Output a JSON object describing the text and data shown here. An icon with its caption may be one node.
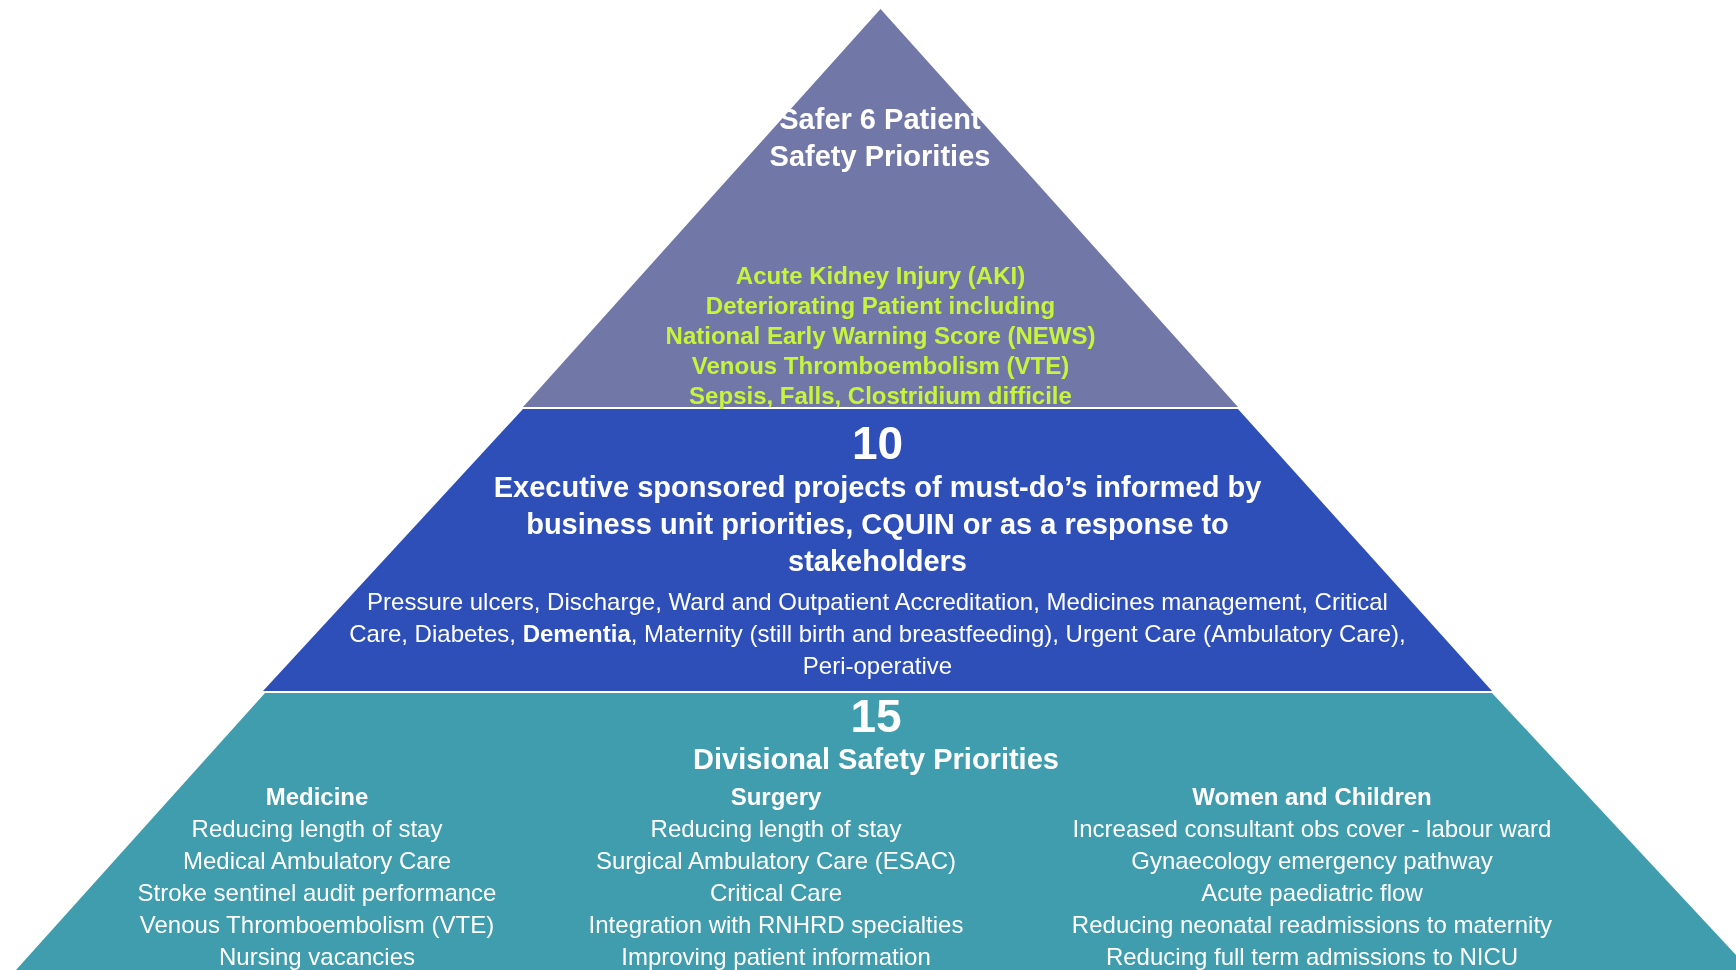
{
  "diagram": {
    "nodes": [
      {
        "text": [
          "Safer 6 Patient Safety Priorities",
          "Acute Kidney Injury (AKI)",
          "Deteriorating Patient including",
          "National Early Warning Score (NEWS)",
          "Venous Thromboembolism (VTE)",
          "Sepsis, Falls, Clostridium difficile"
        ]
      },
      {
        "text": [
          "10",
          "Executive sponsored projects of must-do’s informed by business unit priorities, CQUIN or as a response to stakeholders",
          "Pressure ulcers, Discharge, Ward and Outpatient Accreditation, Medicines management, Critical Care, Diabetes, **Dementia**, Maternity (still birth and breastfeeding), Urgent Care (Ambulatory Care), Peri-operative"
        ]
      },
      {
        "text": [
          "15",
          "Divisional Safety Priorities"
        ]
      },
      {
        "text": [
          "Medicine",
          "Reducing length of stay",
          "Medical Ambulatory Care",
          "Stroke sentinel audit performance",
          "Venous Thromboembolism (VTE)",
          "Nursing vacancies"
        ],
        "in": 2
      },
      {
        "text": [
          "Surgery",
          "Reducing length of stay",
          "Surgical Ambulatory Care (ESAC)",
          "Critical Care",
          "Integration with RNHRD specialties",
          "Improving patient information"
        ],
        "in": 2
      },
      {
        "text": [
          "Women and Children",
          "Increased consultant obs cover - labour ward",
          "Gynaecology emergency pathway",
          "Acute paediatric flow",
          "Reducing neonatal readmissions to maternity",
          "Reducing full term admissions to NICU"
        ],
        "in": 2
      }
    ]
  }
}
